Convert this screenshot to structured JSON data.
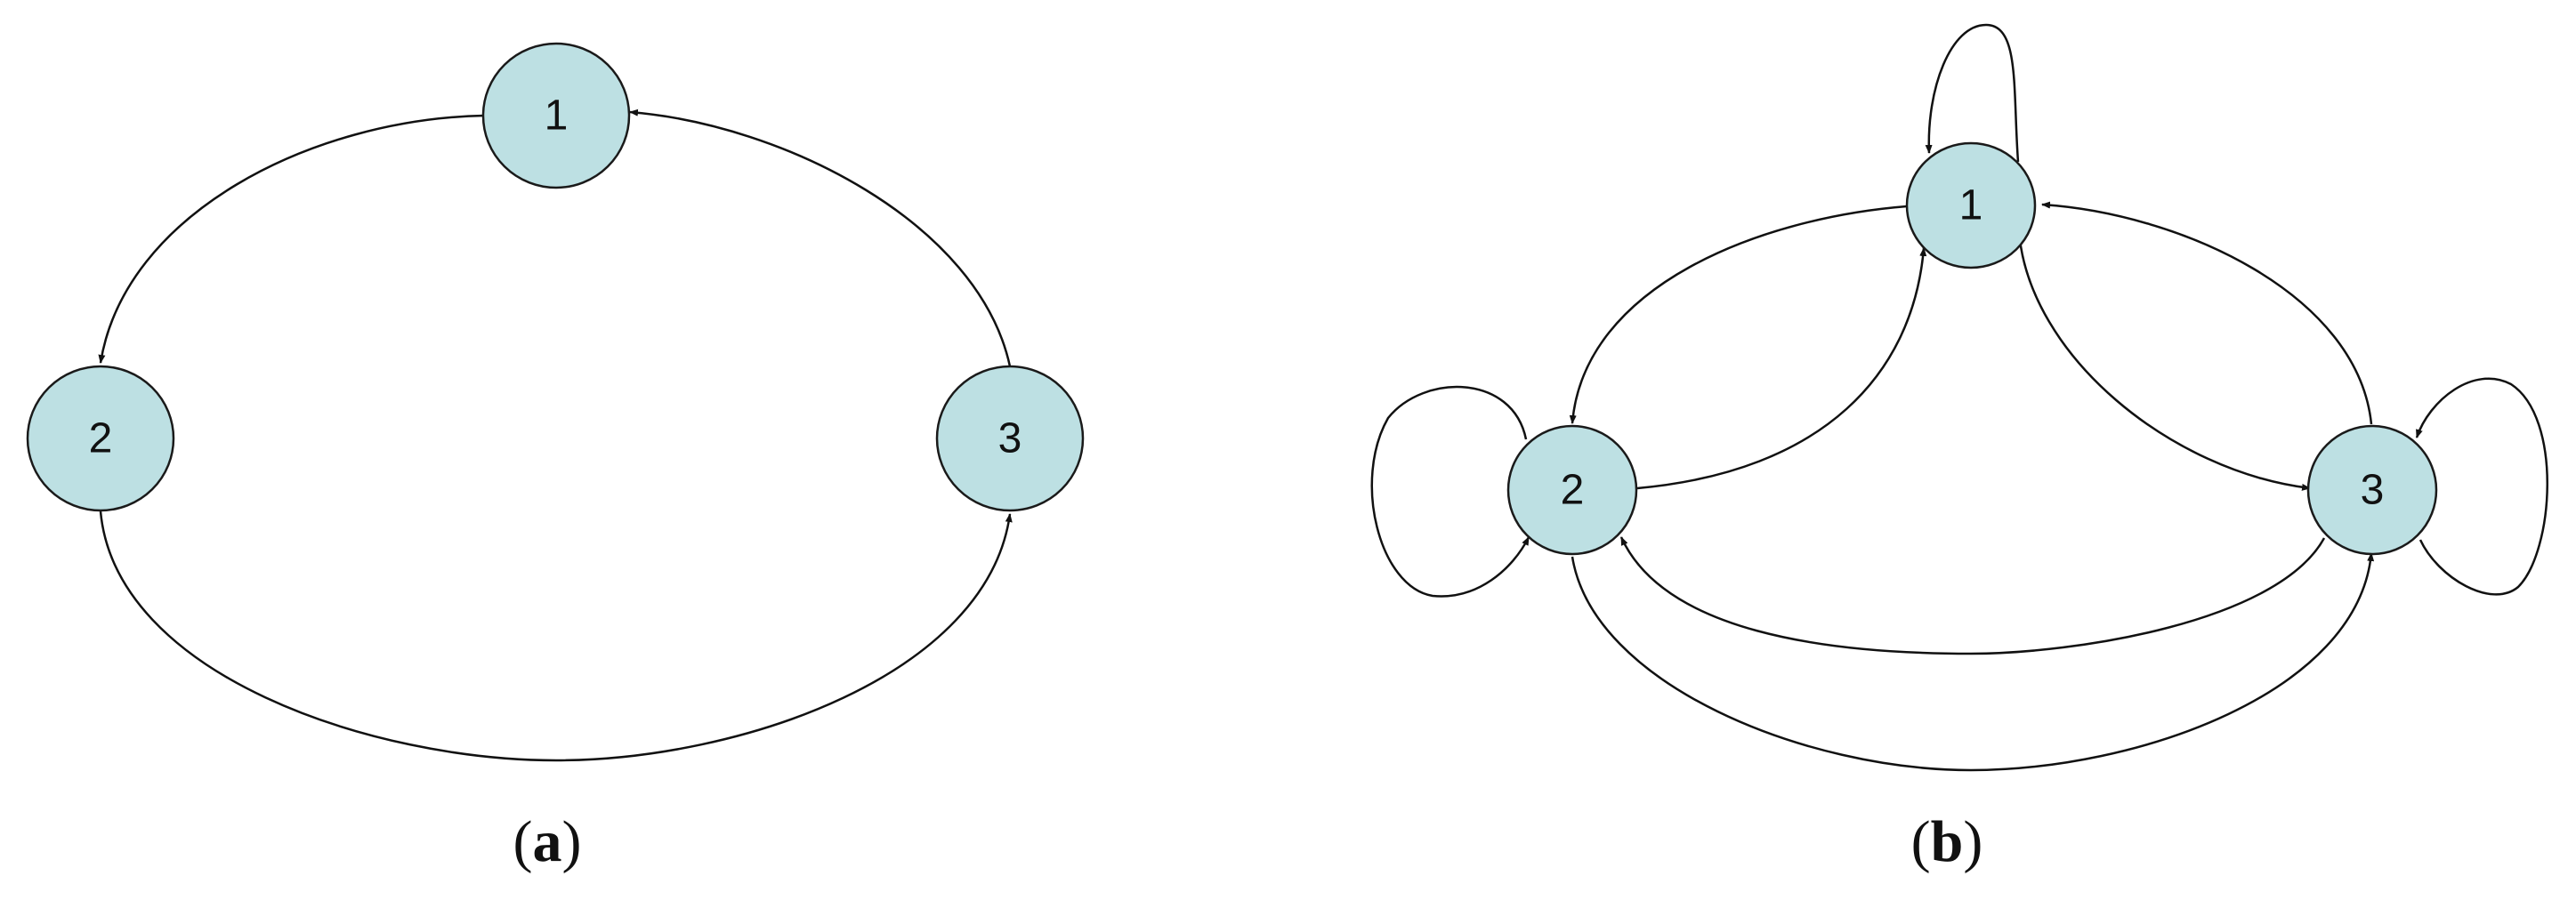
{
  "style": {
    "node_fill": "#bde0e3",
    "node_stroke": "#1a1a1a",
    "edge_color": "#111111"
  },
  "panels": [
    {
      "label_open": "(",
      "label_letter": "a",
      "label_close": ")",
      "nodes": [
        {
          "id": "1",
          "label": "1"
        },
        {
          "id": "2",
          "label": "2"
        },
        {
          "id": "3",
          "label": "3"
        }
      ],
      "edges": [
        {
          "from": "1",
          "to": "2"
        },
        {
          "from": "2",
          "to": "3"
        },
        {
          "from": "3",
          "to": "1"
        }
      ]
    },
    {
      "label_open": "(",
      "label_letter": "b",
      "label_close": ")",
      "nodes": [
        {
          "id": "1",
          "label": "1"
        },
        {
          "id": "2",
          "label": "2"
        },
        {
          "id": "3",
          "label": "3"
        }
      ],
      "edges": [
        {
          "from": "1",
          "to": "1"
        },
        {
          "from": "1",
          "to": "2"
        },
        {
          "from": "2",
          "to": "1"
        },
        {
          "from": "1",
          "to": "3"
        },
        {
          "from": "3",
          "to": "1"
        },
        {
          "from": "2",
          "to": "2"
        },
        {
          "from": "3",
          "to": "3"
        },
        {
          "from": "3",
          "to": "2"
        },
        {
          "from": "2",
          "to": "3"
        }
      ]
    }
  ]
}
